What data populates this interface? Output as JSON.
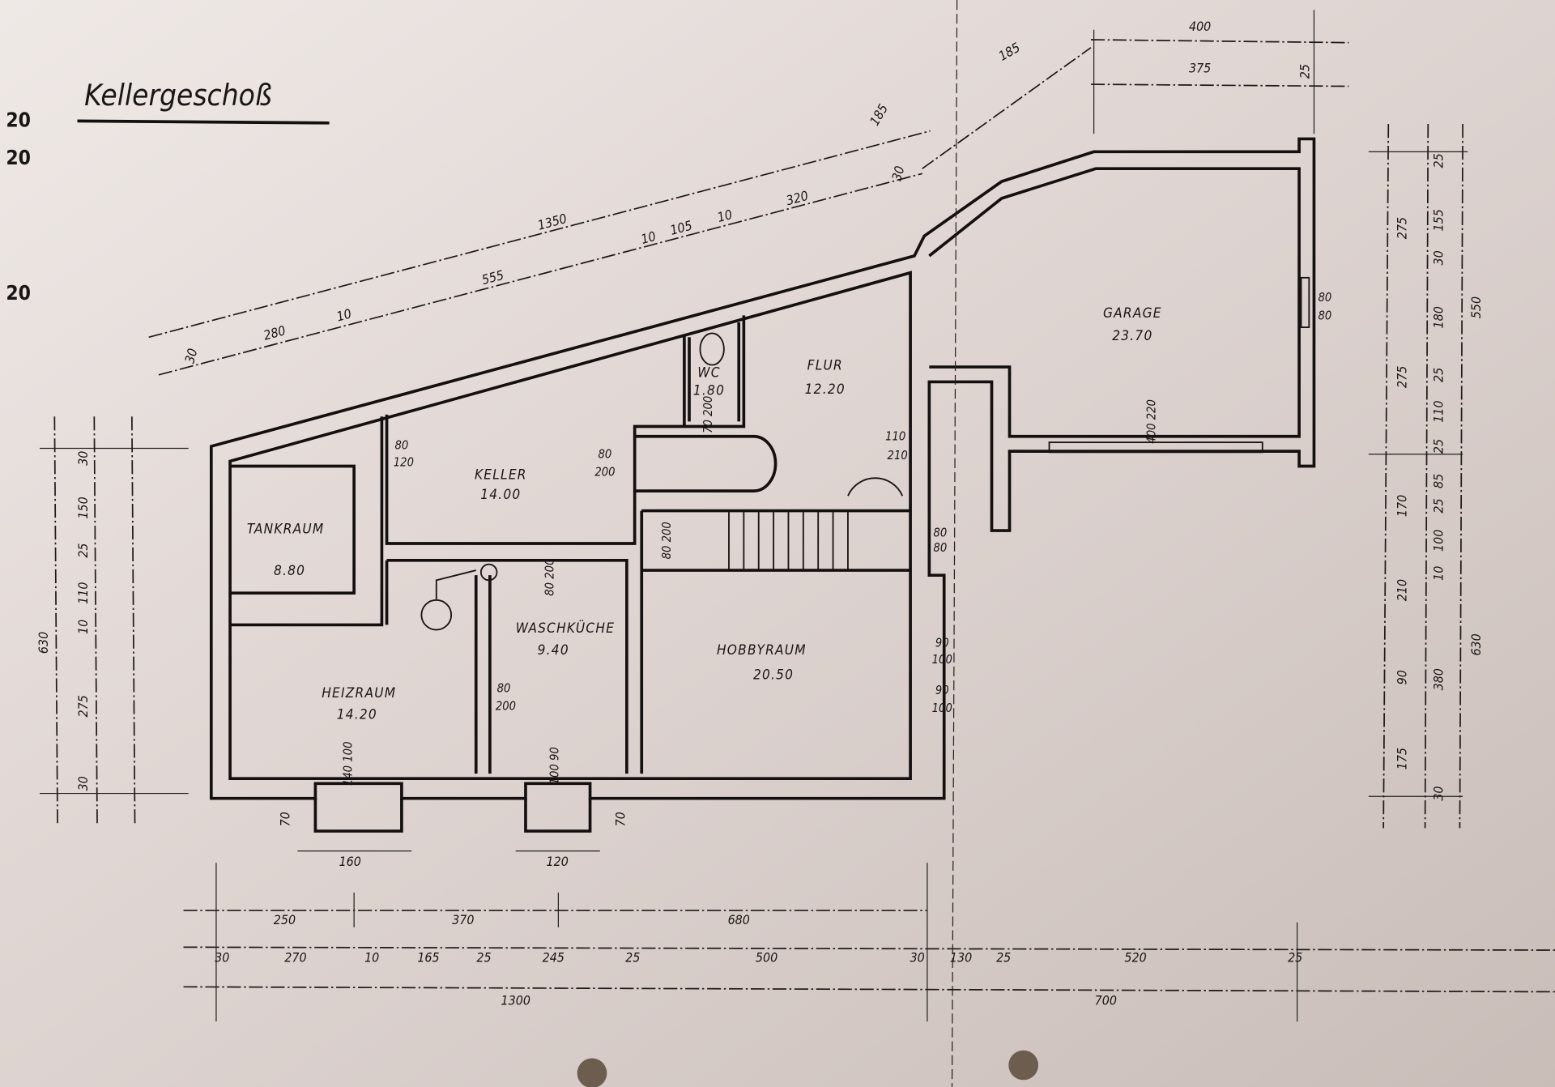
{
  "title": "Kellergeschoß",
  "stamps": [
    "20",
    "20",
    "20"
  ],
  "rooms": {
    "tankraum": {
      "name": "TANKRAUM",
      "area": "8.80"
    },
    "keller": {
      "name": "KELLER",
      "area": "14.00"
    },
    "wc": {
      "name": "WC",
      "area": "1.80"
    },
    "flur": {
      "name": "FLUR",
      "area": "12.20"
    },
    "garage": {
      "name": "GARAGE",
      "area": "23.70"
    },
    "waschkueche": {
      "name": "WASCHKÜCHE",
      "area": "9.40"
    },
    "hobbyraum": {
      "name": "HOBBYRAUM",
      "area": "20.50"
    },
    "heizraum": {
      "name": "HEIZRAUM",
      "area": "14.20"
    }
  },
  "openings": {
    "keller_door": [
      "80",
      "120"
    ],
    "flur_door": [
      "80",
      "200"
    ],
    "wc_door": "70 200",
    "flur_entry": [
      "110",
      "210"
    ],
    "stair_door": "80 200",
    "wasch_door": "80 200",
    "hobby_window_small": [
      "80",
      "80"
    ],
    "hobby_window_1": [
      "90",
      "100"
    ],
    "hobby_window_2": [
      "90",
      "100"
    ],
    "heiz_door": [
      "80",
      "200"
    ],
    "heiz_window": "140 100",
    "wasch_window": "100 90",
    "garage_window": [
      "80",
      "80"
    ],
    "garage_gate": "400 220",
    "lightwell_1_width": "160",
    "lightwell_2_width": "120",
    "lightwell_1_depth": "70",
    "lightwell_2_depth": "70"
  },
  "dimensions": {
    "top": {
      "total": "1350",
      "seg_555": "555",
      "seg_280": "280",
      "seg_10a": "10",
      "seg_30a": "30",
      "seg_10b": "10",
      "seg_105": "105",
      "seg_10c": "10",
      "seg_320": "320",
      "seg_30b": "30",
      "seg_185a": "185",
      "seg_185b": "185",
      "seg_400": "400",
      "seg_375": "375",
      "seg_25": "25"
    },
    "right_col1": [
      "275",
      "275",
      "170",
      "210",
      "90",
      "175"
    ],
    "right_col2": [
      "25",
      "155",
      "30",
      "180",
      "25",
      "110",
      "25",
      "85",
      "25",
      "100",
      "10",
      "380",
      "30"
    ],
    "right_col3": [
      "550",
      "630"
    ],
    "left_total": "630",
    "left_col2": [
      "30",
      "150",
      "25",
      "110",
      "10",
      "275",
      "30"
    ],
    "bottom_row1": [
      "250",
      "370",
      "680"
    ],
    "bottom_row2": [
      "30",
      "270",
      "10",
      "165",
      "25",
      "245",
      "25",
      "500",
      "30",
      "130",
      "25",
      "520",
      "25"
    ],
    "bottom_row3": [
      "1300",
      "700"
    ]
  }
}
